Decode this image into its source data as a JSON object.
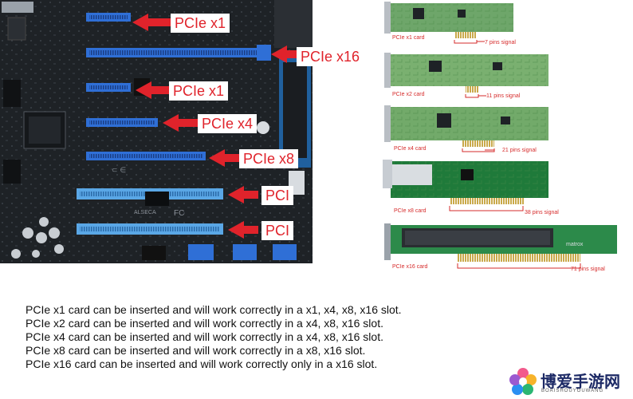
{
  "slot_labels": {
    "x1_top": "PCIe x1",
    "x16": "PCIe x16",
    "x1_mid": "PCIe x1",
    "x4": "PCIe x4",
    "x8": "PCIe x8",
    "pci_1": "PCI",
    "pci_2": "PCI"
  },
  "cards": [
    {
      "name": "PCIe x1 card",
      "pins": "7 pins signal"
    },
    {
      "name": "PCIe x2 card",
      "pins": "11 pins signal"
    },
    {
      "name": "PCIe x4 card",
      "pins": "21 pins signal"
    },
    {
      "name": "PCIe x8 card",
      "pins": "38 pins signal"
    },
    {
      "name": "PCIe x16 card",
      "pins": "71 pins signal"
    }
  ],
  "compatibility_lines": [
    "PCIe x1 card can be inserted and will work correctly in a x1, x4, x8, x16 slot.",
    "PCIe x2 card can be inserted and will work correctly in a x4, x8, x16 slot.",
    "PCIe x4 card can be inserted and will work correctly in a x4, x8, x16 slot.",
    "PCIe x8 card can be inserted and will work correctly in a x8, x16 slot.",
    "PCIe x16 card can be inserted and will work correctly only in a x16 slot."
  ],
  "board_marks": {
    "chip_label": "ALSECA",
    "fc_mark": "FC"
  },
  "watermark": {
    "title": "博爱手游网",
    "subtitle": "BOAISHOUYOUWANG"
  },
  "colors": {
    "board": "#1e2226",
    "pcie_slot": "#2f6fd6",
    "pci_slot": "#5aa7e6",
    "arrow_label": "#e0232b",
    "pcb_green": "#6ea66a",
    "gold_pins": "#c9a94a",
    "watermark_text": "#1d2a66"
  }
}
